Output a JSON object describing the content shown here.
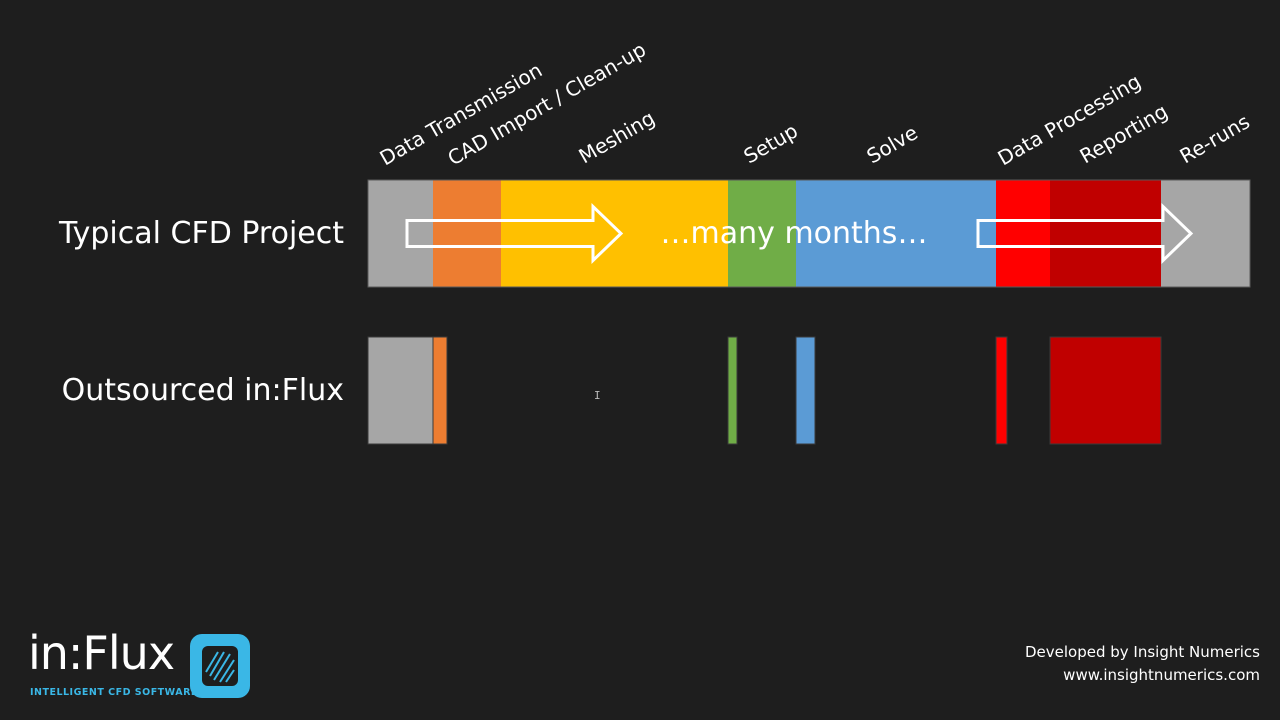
{
  "chart_data": {
    "type": "bar",
    "stages": [
      "Data Transmission",
      "CAD Import / Clean-up",
      "Meshing",
      "Setup",
      "Solve",
      "Data Processing",
      "Reporting",
      "Re-runs"
    ],
    "colors": [
      "#a6a6a6",
      "#ed7d31",
      "#ffc000",
      "#70ad47",
      "#5b9bd5",
      "#ff0000",
      "#c00000",
      "#a6a6a6"
    ],
    "series": [
      {
        "name": "Typical CFD Project",
        "segments": [
          {
            "stage": "Data Transmission",
            "start": 0,
            "length": 65
          },
          {
            "stage": "CAD Import / Clean-up",
            "start": 65,
            "length": 68
          },
          {
            "stage": "Meshing",
            "start": 133,
            "length": 227
          },
          {
            "stage": "Setup",
            "start": 360,
            "length": 68
          },
          {
            "stage": "Solve",
            "start": 428,
            "length": 200
          },
          {
            "stage": "Data Processing",
            "start": 628,
            "length": 54
          },
          {
            "stage": "Reporting",
            "start": 682,
            "length": 111
          },
          {
            "stage": "Re-runs",
            "start": 793,
            "length": 89
          }
        ]
      },
      {
        "name": "Outsourced in:Flux",
        "segments": [
          {
            "stage": "Data Transmission",
            "start": 0,
            "length": 65
          },
          {
            "stage": "CAD Import / Clean-up",
            "start": 65,
            "length": 14
          },
          {
            "stage": "Setup",
            "start": 360,
            "length": 9
          },
          {
            "stage": "Solve",
            "start": 428,
            "length": 19
          },
          {
            "stage": "Data Processing",
            "start": 628,
            "length": 11
          },
          {
            "stage": "Reporting",
            "start": 682,
            "length": 111
          }
        ]
      }
    ],
    "xlim": [
      0,
      882
    ],
    "annotation": "…many months…"
  },
  "footer": {
    "line1": "Developed by Insight Numerics",
    "line2": "www.insightnumerics.com"
  },
  "logo": {
    "word": "in:Flux",
    "tagline": "INTELLIGENT CFD SOFTWARE"
  },
  "colors": {
    "background": "#1e1e1e",
    "text": "#ffffff",
    "logo_accent": "#3ab7e6"
  }
}
